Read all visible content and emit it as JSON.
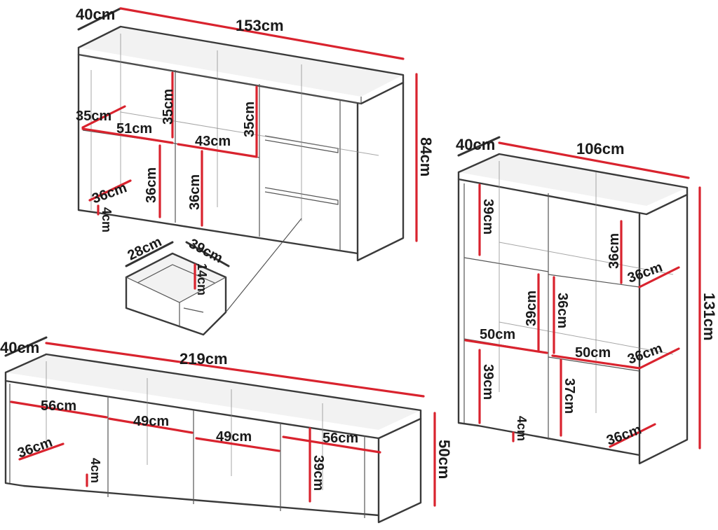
{
  "colors": {
    "dimension": "#d9232e",
    "outline": "#3a3a3a",
    "text": "#1a1a1a",
    "background": "#ffffff"
  },
  "sideboard": {
    "depth": "40cm",
    "width": "153cm",
    "height": "84cm",
    "shelf_depth_top": "35cm",
    "shelf_height_top_left": "35cm",
    "shelf_width_top_left": "51cm",
    "shelf_height_top_mid": "35cm",
    "shelf_width_mid": "43cm",
    "shelf_depth_bottom": "36cm",
    "shelf_height_bottom_left": "36cm",
    "shelf_height_bottom_mid": "36cm",
    "leg": "4cm"
  },
  "drawer": {
    "depth": "28cm",
    "width": "39cm",
    "height": "14cm"
  },
  "tv_unit": {
    "depth": "40cm",
    "width": "219cm",
    "height": "50cm",
    "compartment_outer_left": "56cm",
    "compartment_inner_left": "49cm",
    "compartment_inner_right": "49cm",
    "compartment_outer_right": "56cm",
    "shelf_depth": "36cm",
    "leg": "4cm",
    "compartment_height": "39cm"
  },
  "highboard": {
    "depth": "40cm",
    "width": "106cm",
    "height": "131cm",
    "top_left_height": "39cm",
    "top_right_height": "36cm",
    "top_right_depth": "36cm",
    "mid_left_height": "39cm",
    "mid_right_height": "36cm",
    "mid_left_width": "50cm",
    "mid_right_width": "50cm",
    "mid_right_depth": "36cm",
    "bottom_left_height": "39cm",
    "bottom_right_height": "37cm",
    "leg": "4cm",
    "bottom_right_depth": "36cm"
  }
}
